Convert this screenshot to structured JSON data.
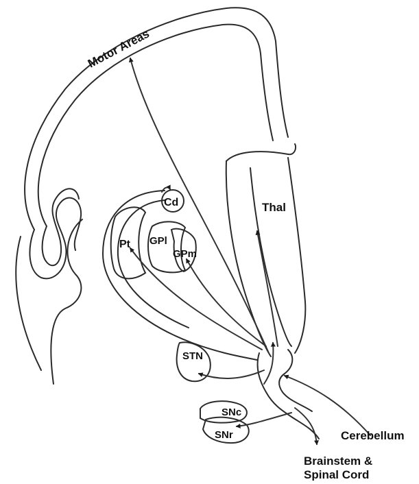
{
  "labels": {
    "motor_areas": "Motor Areas",
    "thal": "Thal",
    "cd": "Cd",
    "pt": "Pt",
    "gpl": "GPl",
    "gpm": "GPm",
    "stn": "STN",
    "snc": "SNc",
    "snr": "SNr",
    "cerebellum": "Cerebellum",
    "brainstem_line1": "Brainstem &",
    "brainstem_line2": "Spinal Cord"
  },
  "colors": {
    "outline": "#2a2a2a",
    "fiber": "#333333",
    "arrow": "#1a1a1a",
    "background": "#ffffff"
  }
}
